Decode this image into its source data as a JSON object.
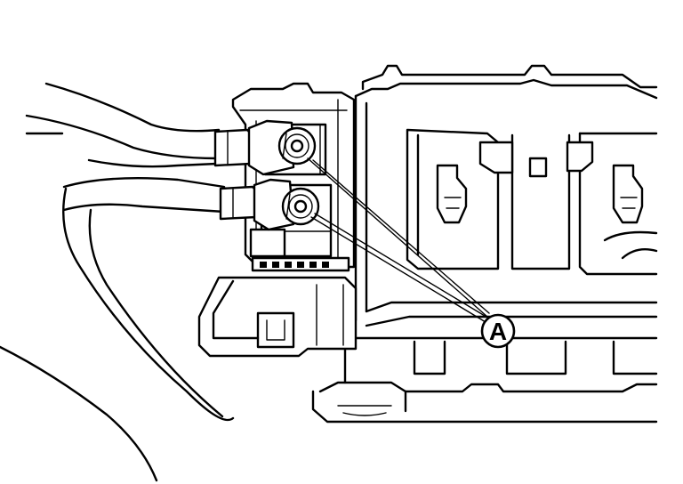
{
  "diagram": {
    "callout": {
      "label": "A",
      "targets": [
        "upper-terminal-nut",
        "lower-terminal-nut"
      ]
    },
    "colors": {
      "line": "#000000",
      "background": "#ffffff"
    }
  }
}
